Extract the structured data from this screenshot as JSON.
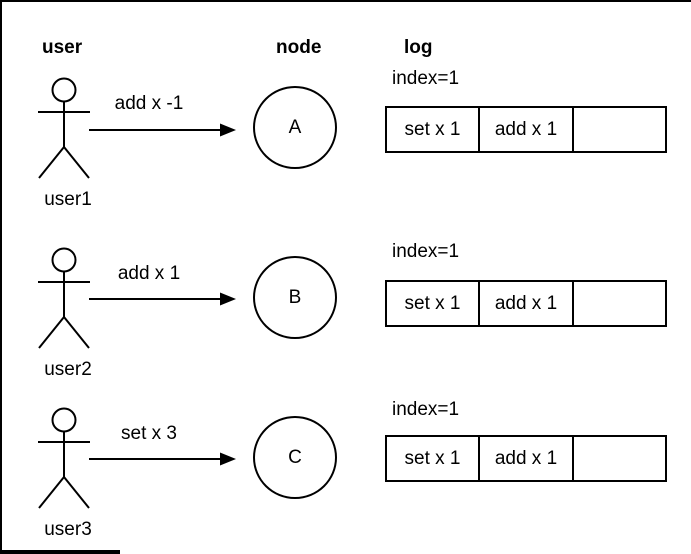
{
  "page": {
    "canvas_background": "#ffffff",
    "stroke_color": "#000000",
    "text_color": "#000000"
  },
  "headers": {
    "user": "user",
    "node": "node",
    "log": "log"
  },
  "rows": [
    {
      "user_label": "user1",
      "command": "add x -1",
      "node_label": "A",
      "log_index": "index=1",
      "log_cells": [
        "set x 1",
        "add x 1",
        ""
      ]
    },
    {
      "user_label": "user2",
      "command": "add x 1",
      "node_label": "B",
      "log_index": "index=1",
      "log_cells": [
        "set x 1",
        "add x 1",
        ""
      ]
    },
    {
      "user_label": "user3",
      "command": "set x 3",
      "node_label": "C",
      "log_index": "index=1",
      "log_cells": [
        "set x 1",
        "add x 1",
        ""
      ]
    }
  ],
  "icons": {
    "actor": "stick-figure-person",
    "arrow": "solid-right-arrow"
  }
}
